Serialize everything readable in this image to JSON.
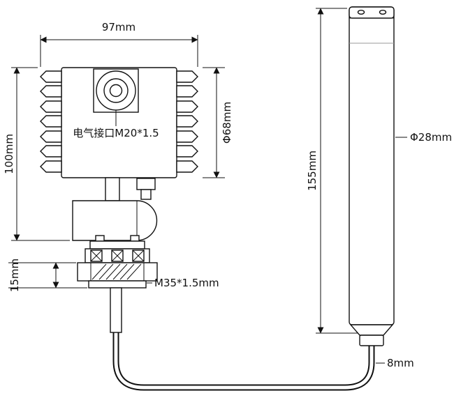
{
  "drawing": {
    "labels": {
      "top_width": "97mm",
      "body_height": "100mm",
      "flange_height": "15mm",
      "body_diameter": "Φ68mm",
      "electrical_port": "电气接口M20*1.5",
      "process_thread": "M35*1.5mm",
      "probe_length": "155mm",
      "probe_diameter": "Φ28mm",
      "cable_diameter": "8mm"
    },
    "colors": {
      "line": "#111111",
      "cap_fill": "#d9d9d9",
      "background": "#ffffff"
    }
  }
}
